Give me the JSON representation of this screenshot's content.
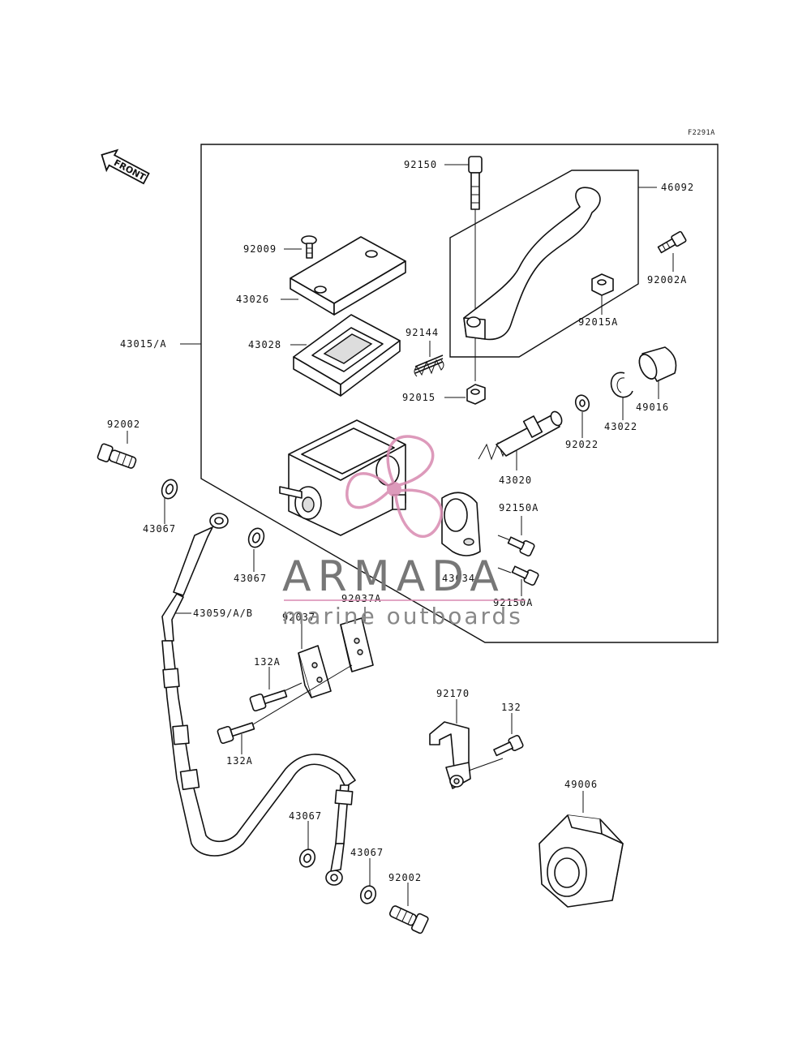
{
  "figure_code": "F2291A",
  "front_badge": "FRONT",
  "watermark": {
    "brand": "ARMADA",
    "tagline": "marine outboards",
    "accent_color": "#d889b0",
    "text_color": "#7a7a7a"
  },
  "labels": {
    "p92150": "92150",
    "p46092": "46092",
    "p92009": "92009",
    "p92002A": "92002A",
    "p43026": "43026",
    "p92015A": "92015A",
    "p92144": "92144",
    "p43015A": "43015/A",
    "p43028": "43028",
    "p92015": "92015",
    "p49016": "49016",
    "p43022": "43022",
    "p92002_top": "92002",
    "p92022": "92022",
    "p43020": "43020",
    "p92150A_top": "92150A",
    "p43067_a": "43067",
    "p43067_b": "43067",
    "p43034": "43034",
    "p92150A_bot": "92150A",
    "p43059": "43059/A/B",
    "p92037A": "92037A",
    "p92037": "92037",
    "p132A_top": "132A",
    "p92170": "92170",
    "p132": "132",
    "p132A_bot": "132A",
    "p49006": "49006",
    "p43067_c": "43067",
    "p43067_d": "43067",
    "p92002_bot": "92002"
  }
}
